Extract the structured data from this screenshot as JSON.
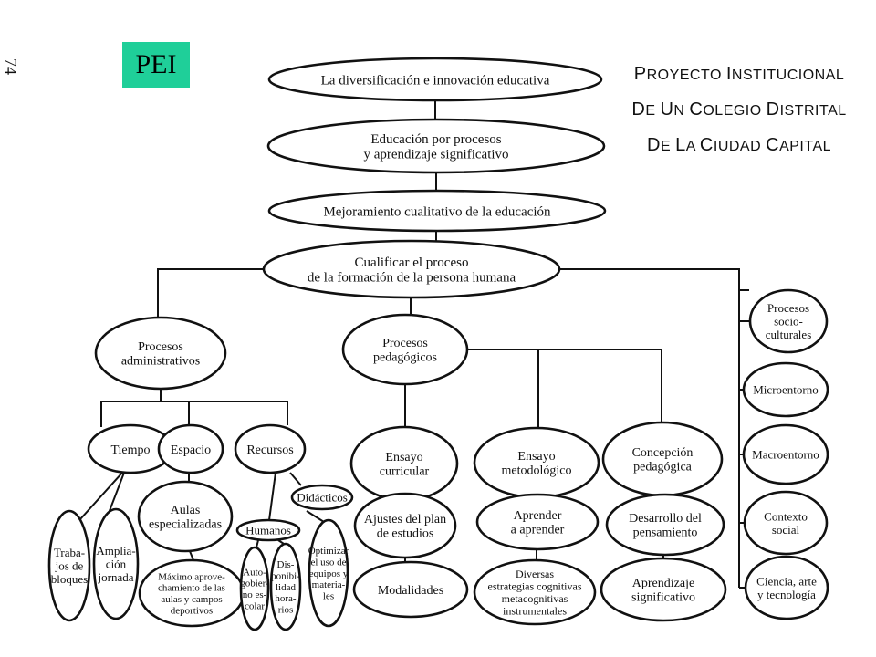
{
  "page_number": "74",
  "badge": {
    "label": "PEI",
    "color": "#1fcf99"
  },
  "title": {
    "line1": "Proyecto Institucional",
    "line2": "de un colegio distrital",
    "line3": "de la ciudad capital"
  },
  "nodes": {
    "diversificacion": {
      "lines": [
        "La diversificación e innovación educativa"
      ]
    },
    "educacion_procesos": {
      "lines": [
        "Educación por procesos",
        "y aprendizaje significativo"
      ]
    },
    "mejoramiento": {
      "lines": [
        "Mejoramiento cualitativo de la educación"
      ]
    },
    "cualificar": {
      "lines": [
        "Cualificar el proceso",
        "de la formación de la persona humana"
      ]
    },
    "procesos_administrativos": {
      "lines": [
        "Procesos",
        "administrativos"
      ]
    },
    "procesos_pedagogicos": {
      "lines": [
        "Procesos",
        "pedagógicos"
      ]
    },
    "procesos_socioculturales": {
      "lines": [
        "Procesos",
        "socio-",
        "culturales"
      ]
    },
    "tiempo": {
      "lines": [
        "Tiempo"
      ]
    },
    "espacio": {
      "lines": [
        "Espacio"
      ]
    },
    "recursos": {
      "lines": [
        "Recursos"
      ]
    },
    "trabajos_bloques": {
      "lines": [
        "Traba-",
        "jos de",
        "bloques"
      ]
    },
    "ampliacion_jornada": {
      "lines": [
        "Amplia-",
        "ción",
        "jornada"
      ]
    },
    "aulas_especializadas": {
      "lines": [
        "Aulas",
        "especializadas"
      ]
    },
    "maximo_aprovechamiento": {
      "lines": [
        "Máximo aprove-",
        "chamiento de las",
        "aulas y campos",
        "deportivos"
      ]
    },
    "humanos": {
      "lines": [
        "Humanos"
      ]
    },
    "didacticos": {
      "lines": [
        "Didácticos"
      ]
    },
    "autogobierno": {
      "lines": [
        "Auto-",
        "gobier-",
        "no es-",
        "colar"
      ]
    },
    "disponibilidad_horarios": {
      "lines": [
        "Dis-",
        "ponibi-",
        "lidad",
        "hora-",
        "rios"
      ]
    },
    "optimizar_uso": {
      "lines": [
        "Optimizar",
        "el uso de",
        "equipos y",
        "materia-",
        "les"
      ]
    },
    "ensayo_curricular": {
      "lines": [
        "Ensayo",
        "curricular"
      ]
    },
    "ensayo_metodologico": {
      "lines": [
        "Ensayo",
        "metodológico"
      ]
    },
    "concepcion_pedagogica": {
      "lines": [
        "Concepción",
        "pedagógica"
      ]
    },
    "ajustes_plan": {
      "lines": [
        "Ajustes del plan",
        "de estudios"
      ]
    },
    "modalidades": {
      "lines": [
        "Modalidades"
      ]
    },
    "aprender_aprender": {
      "lines": [
        "Aprender",
        "a aprender"
      ]
    },
    "diversas_estrategias": {
      "lines": [
        "Diversas",
        "estrategias cognitivas",
        "metacognitivas",
        "instrumentales"
      ]
    },
    "desarrollo_pensamiento": {
      "lines": [
        "Desarrollo del",
        "pensamiento"
      ]
    },
    "aprendizaje_significativo": {
      "lines": [
        "Aprendizaje",
        "significativo"
      ]
    },
    "microentorno": {
      "lines": [
        "Microentorno"
      ]
    },
    "macroentorno": {
      "lines": [
        "Macroentorno"
      ]
    },
    "contexto_social": {
      "lines": [
        "Contexto",
        "social"
      ]
    },
    "ciencia_arte": {
      "lines": [
        "Ciencia, arte",
        "y tecnología"
      ]
    }
  }
}
